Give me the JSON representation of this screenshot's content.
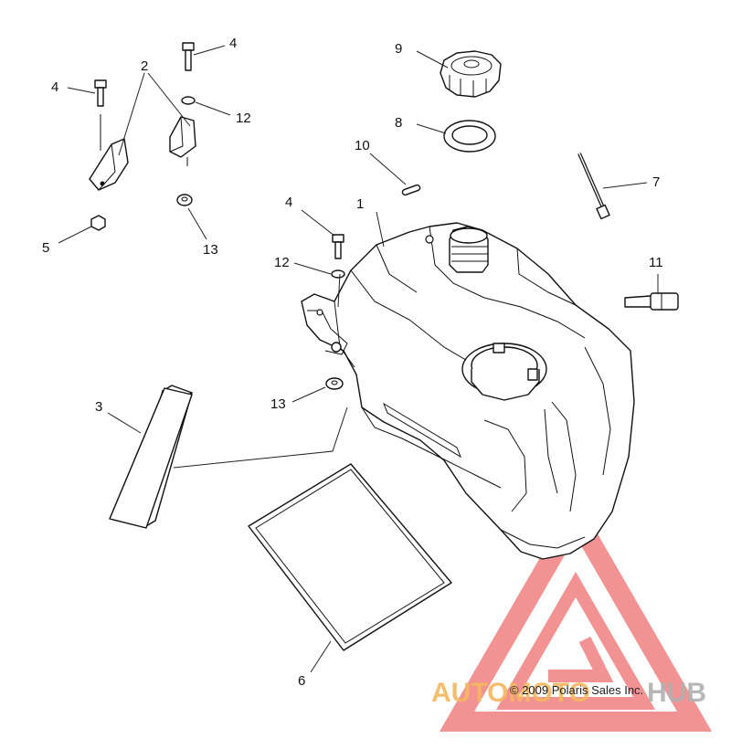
{
  "callouts": {
    "c1": "1",
    "c2": "2",
    "c3": "3",
    "c4a": "4",
    "c4b": "4",
    "c4c": "4",
    "c5": "5",
    "c6": "6",
    "c7": "7",
    "c8": "8",
    "c9": "9",
    "c10": "10",
    "c11": "11",
    "c12a": "12",
    "c12b": "12",
    "c13a": "13",
    "c13b": "13"
  },
  "copyright": "© 2009 Polaris Sales Inc.",
  "watermark": {
    "part1": "AUTOMOTO",
    "part2": "HUB",
    "color_orange": "#f5b860",
    "color_gray": "#b0b0b0",
    "color_red": "#f08080"
  }
}
